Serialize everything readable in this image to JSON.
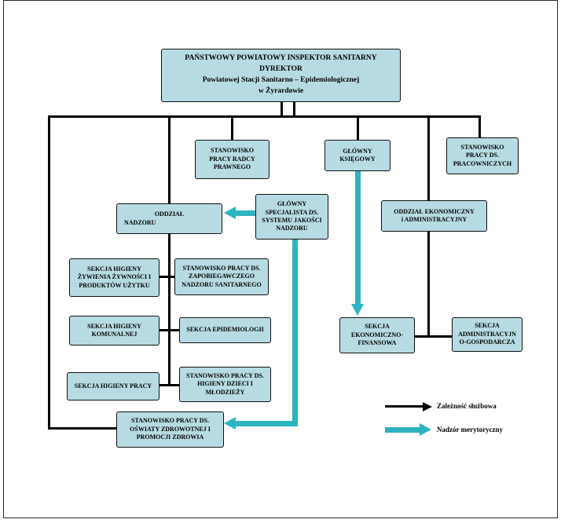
{
  "nodes": {
    "director": {
      "lines": [
        "PAŃSTWOWY POWIATOWY INSPEKTOR SANITARNY",
        "DYREKTOR",
        "Powiatowej Stacji Sanitarno – Epidemiologicznej",
        "w Żyrardowie"
      ]
    },
    "radca": {
      "lines": [
        "STANOWISKO",
        "PRACY RADCY",
        "PRAWNEGO"
      ]
    },
    "ksiegowy": {
      "lines": [
        "GŁÓWNY",
        "KSIĘGOWY"
      ]
    },
    "pracownicze": {
      "lines": [
        "STANOWISKO",
        "PRACY DS.",
        "PRACOWNICZYCH"
      ]
    },
    "oddzial_nadzoru": {
      "lines": [
        "ODDZIAŁ",
        "NADZORU"
      ]
    },
    "specjalista": {
      "lines": [
        "GŁÓWNY",
        "SPECJALISTA DS.",
        "SYSTEMU JAKOŚCI",
        "NADZORU"
      ]
    },
    "oddzial_ekonomiczny": {
      "lines": [
        "ODDZIAŁ EKONOMICZNY",
        "i ADMINISTRACYJNY"
      ]
    },
    "zywienie": {
      "lines": [
        "SEKCJA HIGIENY",
        "ŻYWIENIA ŻYWNOŚCI I",
        "PRODUKTÓW UŻYTKU"
      ]
    },
    "zapobiegawczy": {
      "lines": [
        "STANOWISKO PRACY DS.",
        "ZAPOBIEGAWCZEGO",
        "NADZORU SANITARNEGO"
      ]
    },
    "komunalna": {
      "lines": [
        "SEKCJA HIGIENY",
        "KOMUNALNEJ"
      ]
    },
    "epidemiologia": {
      "lines": [
        "SEKCJA EPIDEMIOLOGII"
      ]
    },
    "praca": {
      "lines": [
        "SEKCJA HIGIENY PRACY"
      ]
    },
    "dzieci": {
      "lines": [
        "STANOWISKO PRACY DS.",
        "HIGIENY DZIECI I",
        "MŁODZIEŻY"
      ]
    },
    "oswiata": {
      "lines": [
        "STANOWISKO PRACY DS.",
        "OŚWIATY ZDROWOTNEJ I",
        "PROMOCJI ZDROWIA"
      ]
    },
    "finansowa": {
      "lines": [
        "SEKCJA",
        "EKONOMICZNO-",
        "FINANSOWA"
      ]
    },
    "gospodarcza": {
      "lines": [
        "SEKCJA",
        "ADMINISTRACYJN",
        "O-GOSPODARCZA"
      ]
    }
  },
  "legend": {
    "black_label": "Zależność służbowa",
    "teal_label": "Nadzór merytoryczny"
  },
  "colors": {
    "box_fill": "#b7dbe2",
    "box_border": "#111111",
    "line": "#000000",
    "teal": "#2eb3c0"
  }
}
